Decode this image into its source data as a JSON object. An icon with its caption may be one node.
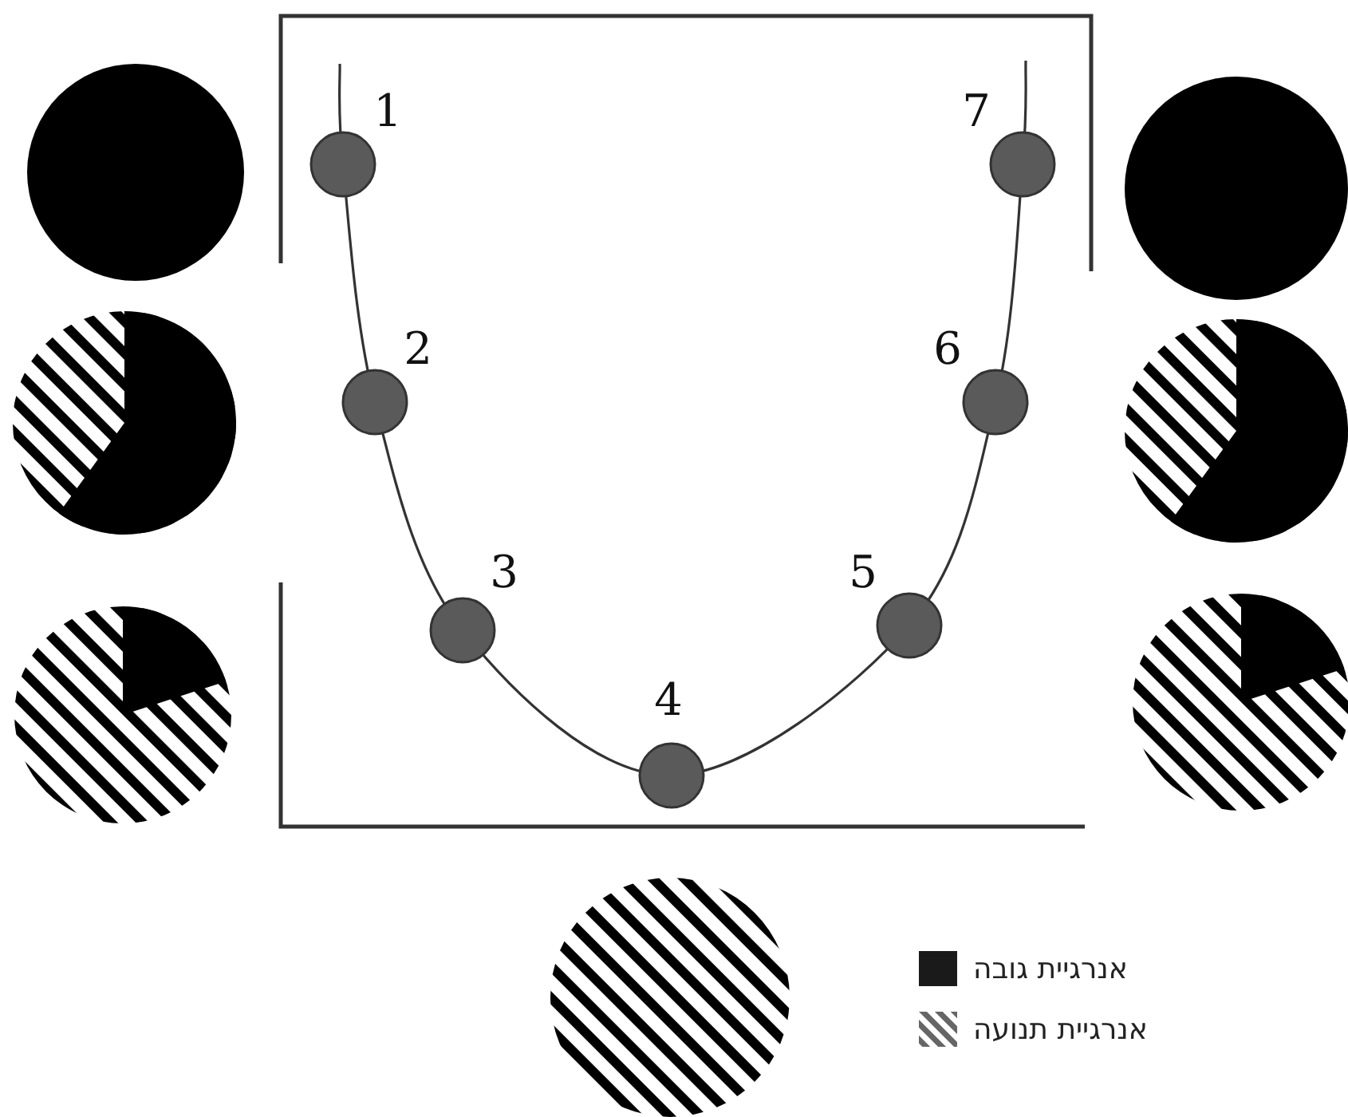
{
  "diagram": {
    "labels": [
      "1",
      "2",
      "3",
      "4",
      "5",
      "6",
      "7"
    ],
    "legend": [
      {
        "text": "אנרגיית גובה",
        "color": "#1a1a1a"
      },
      {
        "text": "אנרגיית תנועה"
      }
    ]
  }
}
